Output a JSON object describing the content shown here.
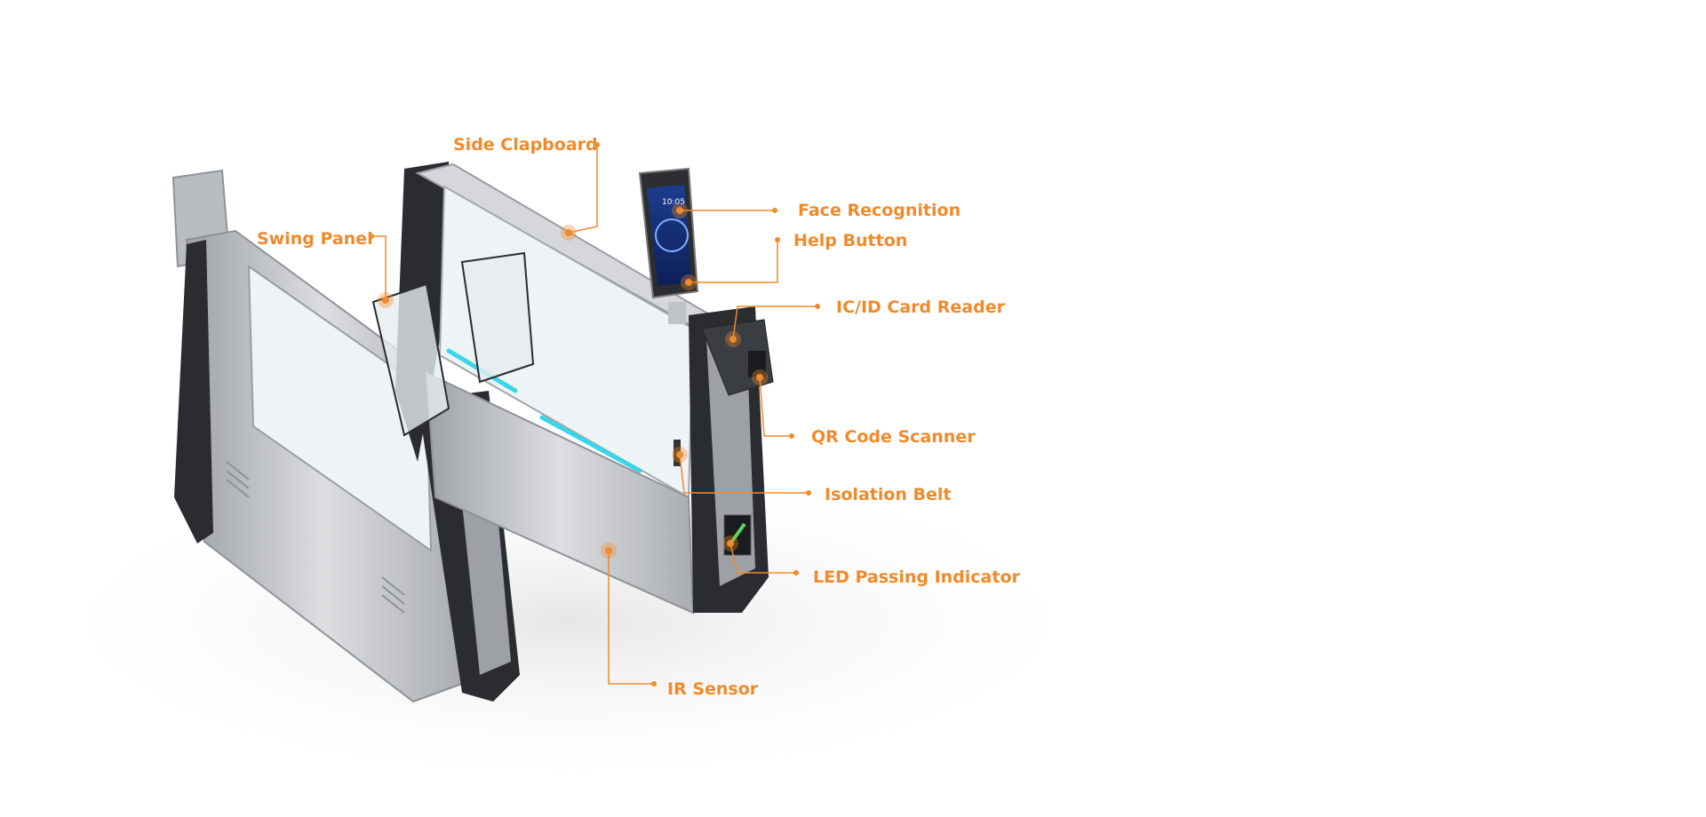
{
  "colors": {
    "accent": "#f08a2a",
    "metal": "#c7c9cc",
    "metal_dark": "#8e9297",
    "panel_black": "#2a2c30",
    "glass": "#eef3f5",
    "led": "#39d5e8"
  },
  "callouts": [
    {
      "id": "side-clapboard",
      "label": "Side Clapboard"
    },
    {
      "id": "face-recognition",
      "label": "Face Recognition"
    },
    {
      "id": "help-button",
      "label": "Help Button"
    },
    {
      "id": "swing-panel",
      "label": "Swing Panel"
    },
    {
      "id": "ic-id-card-reader",
      "label": "IC/ID Card Reader"
    },
    {
      "id": "qr-code-scanner",
      "label": "QR Code Scanner"
    },
    {
      "id": "isolation-belt",
      "label": "Isolation Belt"
    },
    {
      "id": "led-passing-indicator",
      "label": "LED Passing Indicator"
    },
    {
      "id": "ir-sensor",
      "label": "IR Sensor"
    }
  ],
  "device_screen": {
    "time": "10:05"
  }
}
